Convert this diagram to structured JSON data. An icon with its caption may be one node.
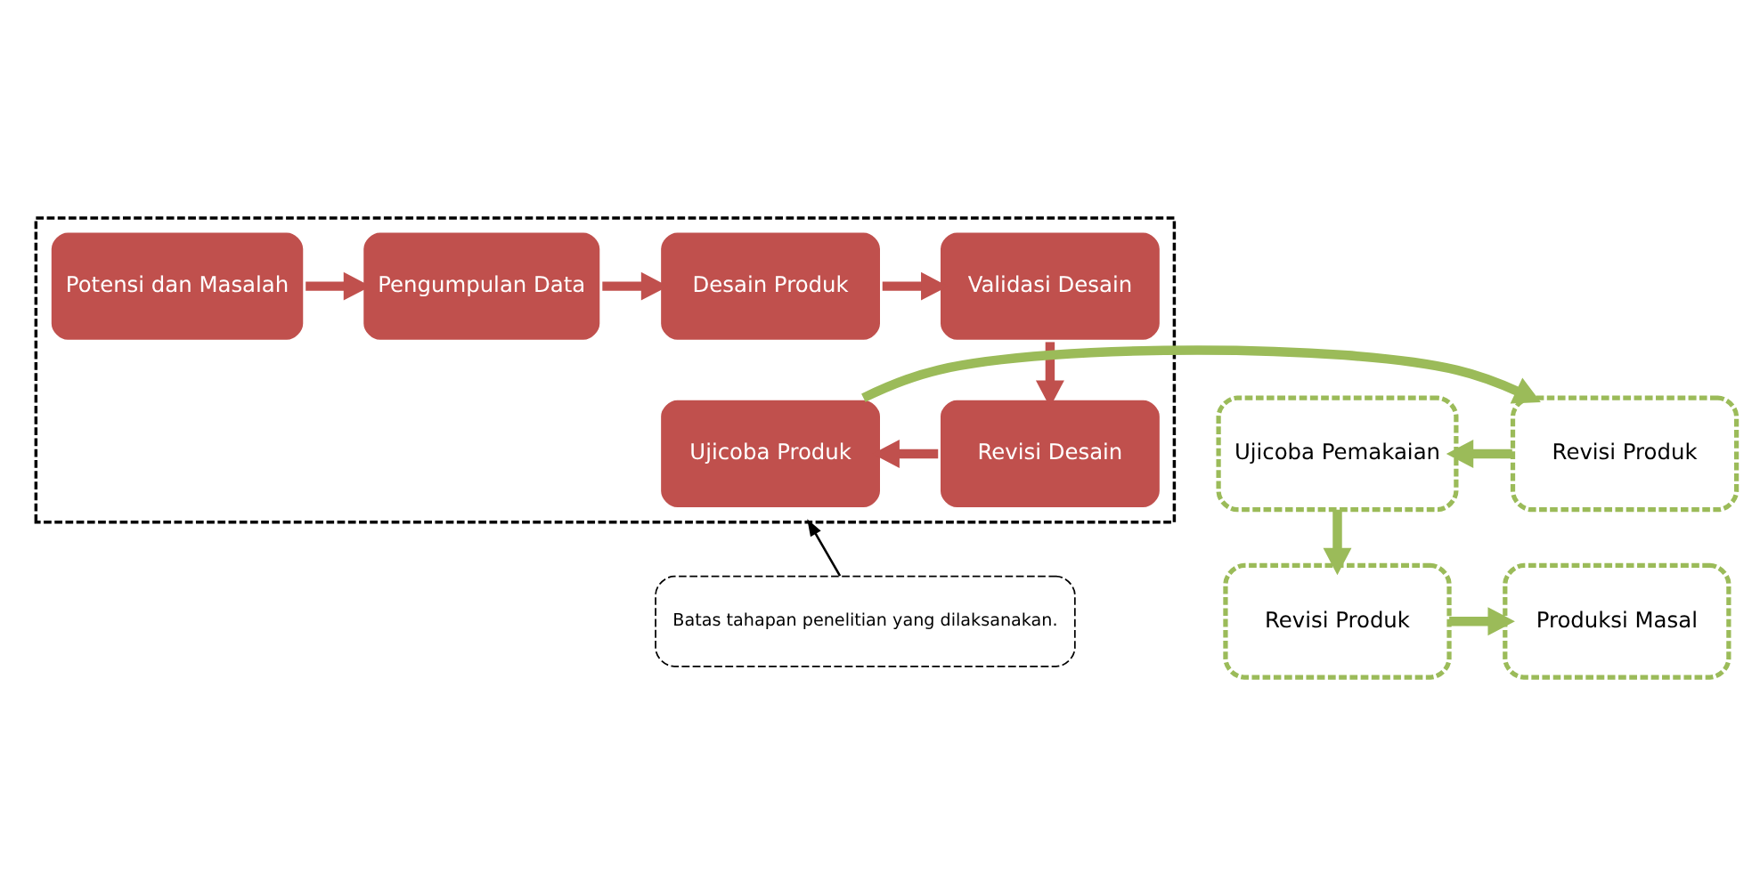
{
  "diagram": {
    "nodes": [
      {
        "text": [],
        "shape": "box"
      },
      {
        "text": [
          "Potensi dan Masalah"
        ],
        "in": 0
      },
      {
        "text": [
          "Pengumpulan Data"
        ],
        "in": 0
      },
      {
        "text": [
          "Desain Produk"
        ],
        "in": 0
      },
      {
        "text": [
          "Validasi Desain"
        ],
        "in": 0
      },
      {
        "text": [
          "Revisi Desain"
        ],
        "in": 0
      },
      {
        "text": [
          "Ujicoba Produk"
        ],
        "in": 0
      },
      {
        "text": [
          "Revisi Produk"
        ]
      },
      {
        "text": [
          "Ujicoba Pemakaian"
        ]
      },
      {
        "text": [
          "Revisi Produk"
        ]
      },
      {
        "text": [
          "Produksi Masal"
        ]
      },
      {
        "text": [
          "Batas tahapan penelitian yang dilaksanakan."
        ]
      }
    ],
    "edges": [
      {
        "from": 1,
        "to": 2,
        "arrow": "to"
      },
      {
        "from": 2,
        "to": 3,
        "arrow": "to"
      },
      {
        "from": 3,
        "to": 4,
        "arrow": "to"
      },
      {
        "from": 4,
        "to": 5,
        "arrow": "to"
      },
      {
        "from": 5,
        "to": 6,
        "arrow": "to"
      },
      {
        "from": 6,
        "to": 7,
        "arrow": "to",
        "color": "#9bbb59"
      },
      {
        "from": 7,
        "to": 8,
        "arrow": "to",
        "color": "#9bbb59"
      },
      {
        "from": 8,
        "to": 9,
        "arrow": "to",
        "color": "#9bbb59"
      },
      {
        "from": 9,
        "to": 10,
        "arrow": "to",
        "color": "#9bbb59"
      },
      {
        "from": 11,
        "to": 0,
        "arrow": "to",
        "color": "#000000"
      }
    ]
  }
}
